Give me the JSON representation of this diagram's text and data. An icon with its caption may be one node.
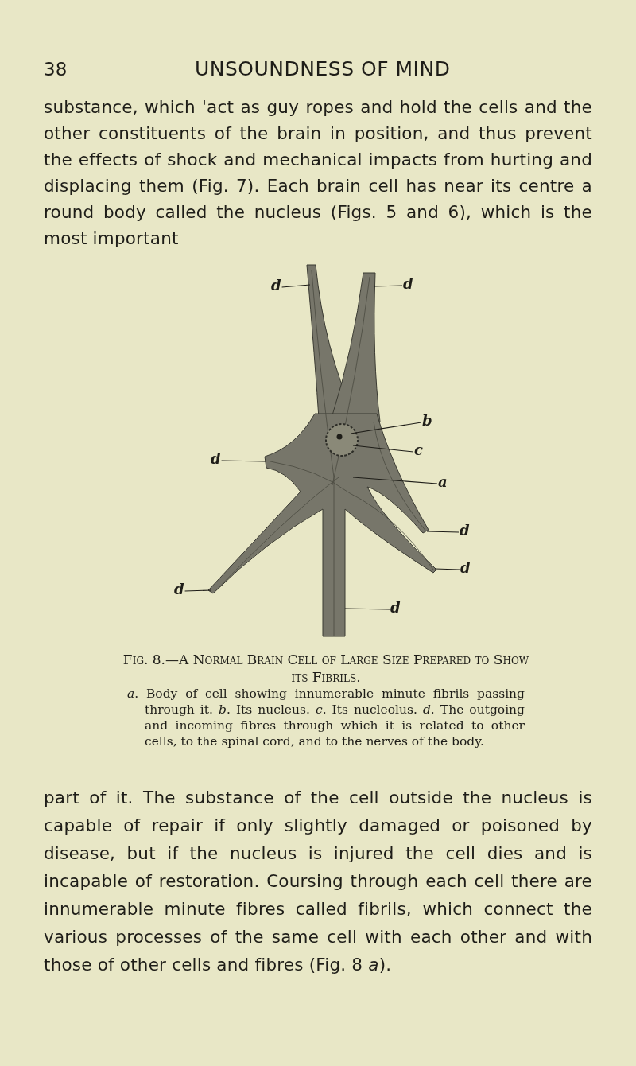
{
  "diagram": {
    "title": "UNSOUNDNESS OF MIND",
    "caption": "Fig. 8.—A Normal Brain Cell of Large Size Prepared to Show its Fibrils.",
    "nodes": [
      {
        "text": [
          "d"
        ]
      },
      {
        "text": [
          "d"
        ]
      },
      {
        "text": [
          "b"
        ]
      },
      {
        "text": [
          "c"
        ]
      },
      {
        "text": [
          "d"
        ]
      },
      {
        "text": [
          "a"
        ]
      },
      {
        "text": [
          "d"
        ]
      },
      {
        "text": [
          "d"
        ]
      },
      {
        "text": [
          "d"
        ]
      },
      {
        "text": [
          "d"
        ]
      },
      {
        "text": [],
        "shape": "picture"
      }
    ],
    "edges": [
      {
        "from": 0,
        "to": 10,
        "arrow": "none"
      },
      {
        "from": 1,
        "to": 10,
        "arrow": "none"
      },
      {
        "from": 2,
        "to": 10,
        "arrow": "none"
      },
      {
        "from": 3,
        "to": 10,
        "arrow": "none"
      },
      {
        "from": 4,
        "to": 10,
        "arrow": "none"
      },
      {
        "from": 5,
        "to": 10,
        "arrow": "none"
      },
      {
        "from": 6,
        "to": 10,
        "arrow": "none"
      },
      {
        "from": 7,
        "to": 10,
        "arrow": "none"
      },
      {
        "from": 8,
        "to": 10,
        "arrow": "none"
      },
      {
        "from": 9,
        "to": 10,
        "arrow": "none"
      }
    ],
    "labels": [
      "38",
      "substance, which 'act as guy ropes and hold the cells and the other constituents of the brain in position, and thus prevent the effects of shock and mechanical impacts from hurting and displacing them (Fig. 7). Each brain cell has near its centre a round body called the nucleus (Figs. 5 and 6), which is the most important",
      "*a*. Body of cell showing innumerable minute fibrils passing through it. *b*. Its nucleus. *c*. Its nucleolus. *d*. The outgoing and incoming fibres through which it is related to other cells, to the spinal cord, and to the nerves of the body.",
      "part of it. The substance of the cell outside the nucleus is capable of repair if only slightly damaged or poisoned by disease, but if the nucleus is injured the cell dies and is incapable of restoration. Coursing through each cell there are innumerable minute fibres called fibrils, which connect the various processes of the same cell with each other and with those of other cells and fibres (Fig. 8 *a*)."
    ]
  }
}
